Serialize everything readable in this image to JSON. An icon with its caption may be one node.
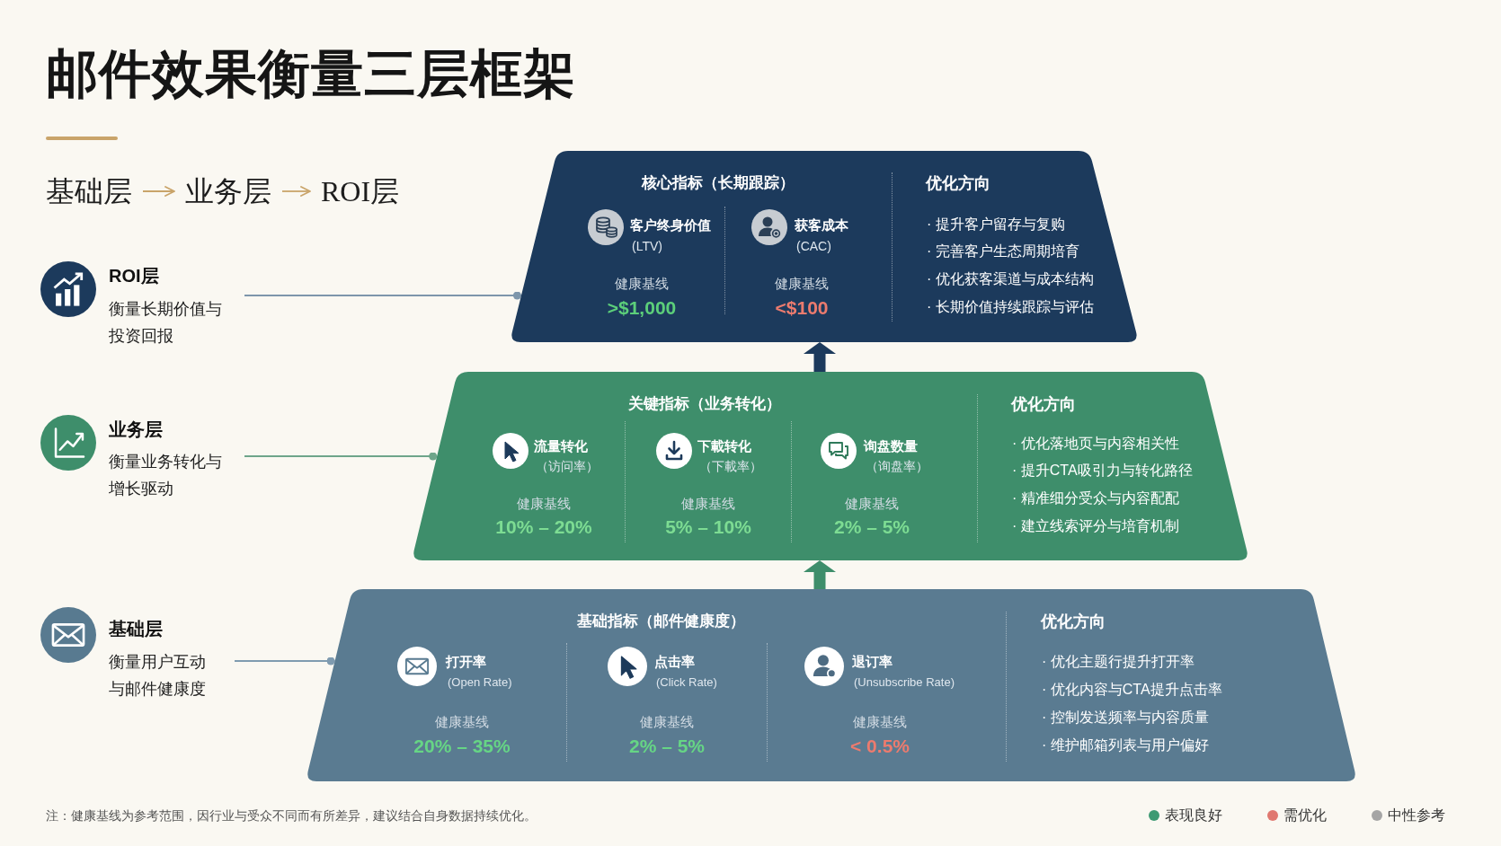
{
  "diagram": {
    "title": "邮件效果衡量三层框架",
    "nodes": [
      {
        "text": [
          "基础层"
        ]
      },
      {
        "text": [
          "业务层"
        ]
      },
      {
        "text": [
          "ROI层"
        ]
      },
      {
        "text": [
          "ROI层",
          "衡量长期价值与投资回报"
        ]
      },
      {
        "text": [
          "核心指标（长期跟踪）",
          "客户终身价值",
          "(LTV)",
          "健康基线",
          ">$1,000",
          "获客成本",
          "(CAC)",
          "健康基线",
          "<$100",
          "优化方向",
          "· 提升客户留存与复购",
          "· 完善客户生态周期培育",
          "· 优化获客渠道与成本结构",
          "· 长期价值持续跟踪与评估"
        ]
      },
      {
        "text": [
          "业务层",
          "衡量业务转化与增长驱动"
        ]
      },
      {
        "text": [
          "关键指标（业务转化）",
          "流量转化",
          "（访问率）",
          "健康基线",
          "10% – 20%",
          "下載转化",
          "（下載率）",
          "健康基线",
          "5% – 10%",
          "询盘数量",
          "（询盘率）",
          "健康基线",
          "2% – 5%",
          "优化方向",
          "· 优化落地页与内容相关性",
          "· 提升CTA吸引力与转化路径",
          "· 精准细分受众与内容配配",
          "· 建立线索评分与培育机制"
        ]
      },
      {
        "text": [
          "基础层",
          "衡量用户互动与邮件健康度"
        ]
      },
      {
        "text": [
          "基础指标（邮件健康度）",
          "打开率",
          "(Open Rate)",
          "健康基线",
          "20% – 35%",
          "点击率",
          "(Click Rate)",
          "健康基线",
          "2% – 5%",
          "退订率",
          "(Unsubscribe Rate)",
          "健康基线",
          "< 0.5%",
          "优化方向",
          "· 优化主题行提升打开率",
          "· 优化内容与CTA提升点击率",
          "· 控制发送频率与内容质量",
          "· 维护邮箱列表与用户偏好"
        ]
      }
    ],
    "edges": [
      {
        "from": 0,
        "to": 1,
        "arrow": "to",
        "color": "#c9a46a"
      },
      {
        "from": 1,
        "to": 2,
        "arrow": "to",
        "color": "#c9a46a"
      },
      {
        "from": 3,
        "to": 4,
        "arrow": "other",
        "color": "#7d96ab"
      },
      {
        "from": 5,
        "to": 6,
        "arrow": "other",
        "color": "#6ea58a"
      },
      {
        "from": 7,
        "to": 8,
        "arrow": "other",
        "color": "#7f9bb0"
      },
      {
        "from": 8,
        "to": 6,
        "arrow": "to",
        "style": "thick",
        "color": "#3e8e6b"
      },
      {
        "from": 6,
        "to": 4,
        "arrow": "to",
        "style": "thick",
        "color": "#1c3a5c"
      }
    ],
    "labels": [
      "注：健康基线为参考范围，因行业与受众不同而有所差异，建议结合自身数据持续优化。"
    ],
    "legend": [
      {
        "text": "表现良好",
        "color": "#3e9a73"
      },
      {
        "text": "需优化",
        "color": "#e07870"
      },
      {
        "text": "中性参考",
        "color": "#a5a5a5"
      }
    ]
  }
}
